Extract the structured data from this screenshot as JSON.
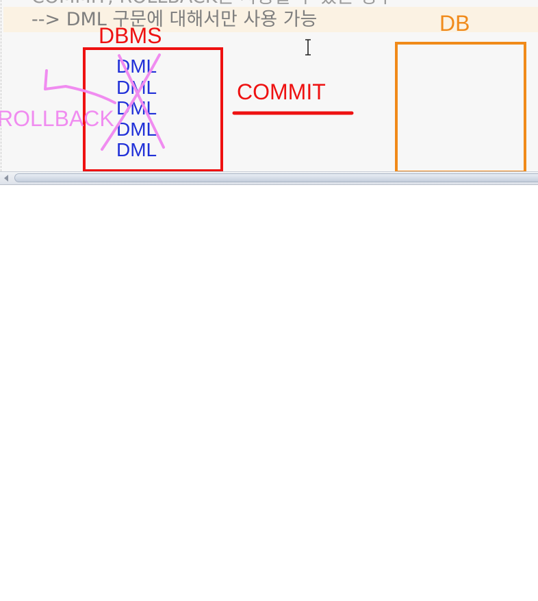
{
  "editor": {
    "prev_line": "COMMIT, ROLLBACK은 사용할 수 있는 경우",
    "current_line": "--> DML 구문에 대해서만 사용 가능"
  },
  "annotations": {
    "dbms_label": "DBMS",
    "db_label": "DB",
    "commit_label": "COMMIT",
    "rollback_label": "ROLLBACK",
    "dml_items": [
      "DML",
      "DML",
      "DML",
      "DML",
      "DML"
    ],
    "colors": {
      "dbms": "#ee1111",
      "db": "#f08a1a",
      "dml": "#2030d8",
      "rollback": "#f08cf0"
    }
  },
  "icons": {
    "cursor": "i-beam-cursor-icon",
    "scroll_left": "scroll-left-arrow-icon"
  }
}
